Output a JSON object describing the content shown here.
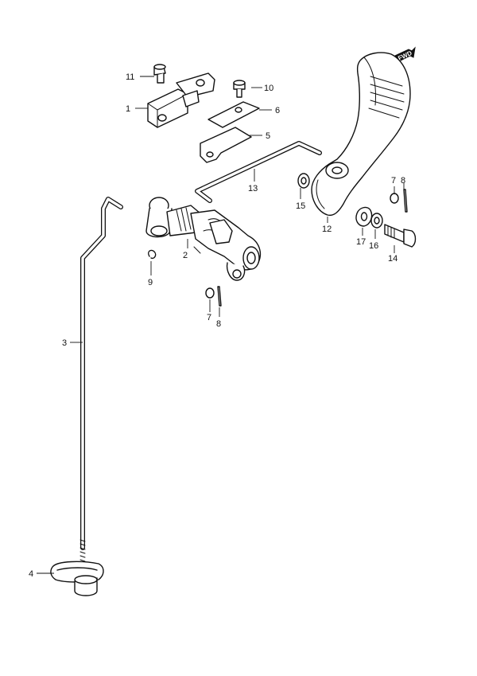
{
  "diagram": {
    "direction_badge": "FWD",
    "callouts": [
      {
        "id": "label-1",
        "text": "1"
      },
      {
        "id": "label-2",
        "text": "2"
      },
      {
        "id": "label-3",
        "text": "3"
      },
      {
        "id": "label-4",
        "text": "4"
      },
      {
        "id": "label-5",
        "text": "5"
      },
      {
        "id": "label-6",
        "text": "6"
      },
      {
        "id": "label-7a",
        "text": "7"
      },
      {
        "id": "label-7b",
        "text": "7"
      },
      {
        "id": "label-8a",
        "text": "8"
      },
      {
        "id": "label-8b",
        "text": "8"
      },
      {
        "id": "label-9",
        "text": "9"
      },
      {
        "id": "label-10",
        "text": "10"
      },
      {
        "id": "label-11",
        "text": "11"
      },
      {
        "id": "label-12",
        "text": "12"
      },
      {
        "id": "label-13",
        "text": "13"
      },
      {
        "id": "label-14",
        "text": "14"
      },
      {
        "id": "label-15",
        "text": "15"
      },
      {
        "id": "label-16",
        "text": "16"
      },
      {
        "id": "label-17",
        "text": "17"
      }
    ]
  }
}
